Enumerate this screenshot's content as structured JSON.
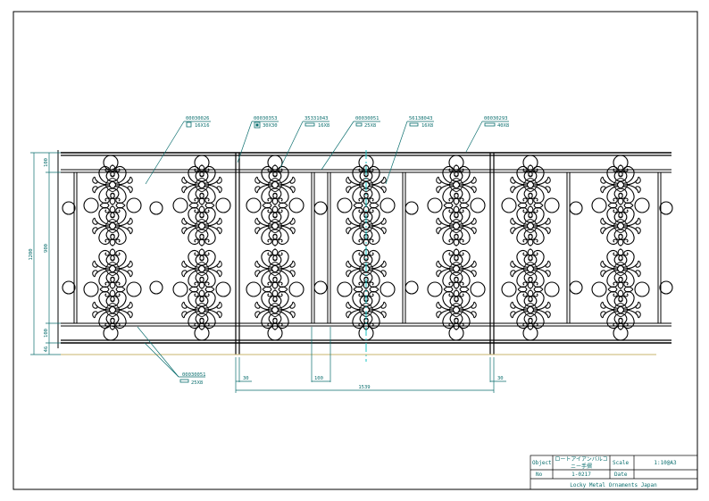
{
  "colors": {
    "line": "#000000",
    "annotation": "#0a6e6e",
    "centerline": "#19c3c3",
    "ground": "#c8b46e"
  },
  "callouts": [
    {
      "code": "00030026",
      "size": "16X16"
    },
    {
      "code": "00030353",
      "size": "30X30"
    },
    {
      "code": "35331043",
      "size": "16X8"
    },
    {
      "code": "00030051",
      "size": "25X8"
    },
    {
      "code": "56138043",
      "size": "16X8"
    },
    {
      "code": "00030293",
      "size": "40X8"
    },
    {
      "code": "00030051",
      "size": "25X8"
    }
  ],
  "dimensions": {
    "v_top": "100",
    "v_total": "1200",
    "v_middle": "900",
    "v_bottom": "100",
    "v_ground": "46",
    "h_left": "30",
    "h_spacing": "100",
    "h_right": "30",
    "h_total": "1539"
  },
  "title_block": {
    "object_label": "Object",
    "object_value_line1": "ロートアイアンバルコ",
    "object_value_line2": "ニー手摺",
    "scale_label": "Scale",
    "scale_value": "1:10@A3",
    "no_label": "No",
    "no_value": "1-0217",
    "date_label": "Date",
    "date_value": "",
    "company": "Locky Metal Ornaments Japan"
  }
}
